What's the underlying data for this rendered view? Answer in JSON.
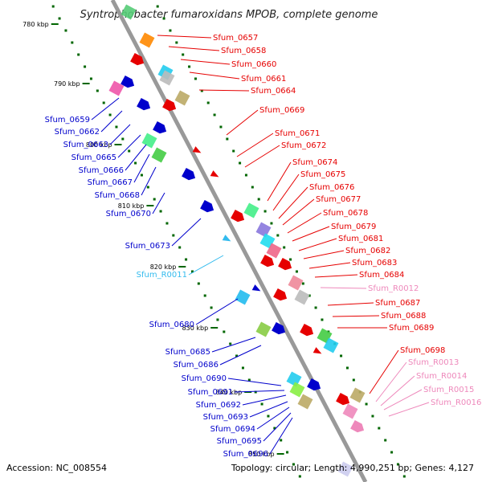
{
  "title": "Syntrophobacter fumaroxidans MPOB, complete genome",
  "footer": {
    "accession": "Accession: NC_008554",
    "topology": "Topology: circular; Length: 4,990,251 bp; Genes: 4,127"
  },
  "colors": {
    "forward": "#e60000",
    "reverse": "#0000cc",
    "rna": "#33bbee",
    "misc": "#ee88bb",
    "backbone": "#999999",
    "tick": "#006600"
  },
  "scale_ticks": [
    "780 kbp",
    "790 kbp",
    "800 kbp",
    "810 kbp",
    "820 kbp",
    "830 kbp",
    "840 kbp",
    "850 kbp"
  ],
  "labels_right": [
    {
      "text": "Sfum_0657",
      "cat": "forward"
    },
    {
      "text": "Sfum_0658",
      "cat": "forward"
    },
    {
      "text": "Sfum_0660",
      "cat": "forward"
    },
    {
      "text": "Sfum_0661",
      "cat": "forward"
    },
    {
      "text": "Sfum_0664",
      "cat": "forward"
    },
    {
      "text": "Sfum_0669",
      "cat": "forward"
    },
    {
      "text": "Sfum_0671",
      "cat": "forward"
    },
    {
      "text": "Sfum_0672",
      "cat": "forward"
    },
    {
      "text": "Sfum_0674",
      "cat": "forward"
    },
    {
      "text": "Sfum_0675",
      "cat": "forward"
    },
    {
      "text": "Sfum_0676",
      "cat": "forward"
    },
    {
      "text": "Sfum_0677",
      "cat": "forward"
    },
    {
      "text": "Sfum_0678",
      "cat": "forward"
    },
    {
      "text": "Sfum_0679",
      "cat": "forward"
    },
    {
      "text": "Sfum_0681",
      "cat": "forward"
    },
    {
      "text": "Sfum_0682",
      "cat": "forward"
    },
    {
      "text": "Sfum_0683",
      "cat": "forward"
    },
    {
      "text": "Sfum_0684",
      "cat": "forward"
    },
    {
      "text": "Sfum_R0012",
      "cat": "misc"
    },
    {
      "text": "Sfum_0687",
      "cat": "forward"
    },
    {
      "text": "Sfum_0688",
      "cat": "forward"
    },
    {
      "text": "Sfum_0689",
      "cat": "forward"
    },
    {
      "text": "Sfum_0698",
      "cat": "forward"
    },
    {
      "text": "Sfum_R0013",
      "cat": "misc"
    },
    {
      "text": "Sfum_R0014",
      "cat": "misc"
    },
    {
      "text": "Sfum_R0015",
      "cat": "misc"
    },
    {
      "text": "Sfum_R0016",
      "cat": "misc"
    }
  ],
  "labels_left": [
    {
      "text": "Sfum_0659",
      "cat": "reverse"
    },
    {
      "text": "Sfum_0662",
      "cat": "reverse"
    },
    {
      "text": "Sfum_0663",
      "cat": "reverse"
    },
    {
      "text": "Sfum_0665",
      "cat": "reverse"
    },
    {
      "text": "Sfum_0666",
      "cat": "reverse"
    },
    {
      "text": "Sfum_0667",
      "cat": "reverse"
    },
    {
      "text": "Sfum_0668",
      "cat": "reverse"
    },
    {
      "text": "Sfum_0670",
      "cat": "reverse"
    },
    {
      "text": "Sfum_0673",
      "cat": "reverse"
    },
    {
      "text": "Sfum_R0011",
      "cat": "rna"
    },
    {
      "text": "Sfum_0680",
      "cat": "reverse"
    },
    {
      "text": "Sfum_0685",
      "cat": "reverse"
    },
    {
      "text": "Sfum_0686",
      "cat": "reverse"
    },
    {
      "text": "Sfum_0690",
      "cat": "reverse"
    },
    {
      "text": "Sfum_0691",
      "cat": "reverse"
    },
    {
      "text": "Sfum_0692",
      "cat": "reverse"
    },
    {
      "text": "Sfum_0693",
      "cat": "reverse"
    },
    {
      "text": "Sfum_0694",
      "cat": "reverse"
    },
    {
      "text": "Sfum_0695",
      "cat": "reverse"
    },
    {
      "text": "Sfum_0696",
      "cat": "reverse"
    }
  ]
}
